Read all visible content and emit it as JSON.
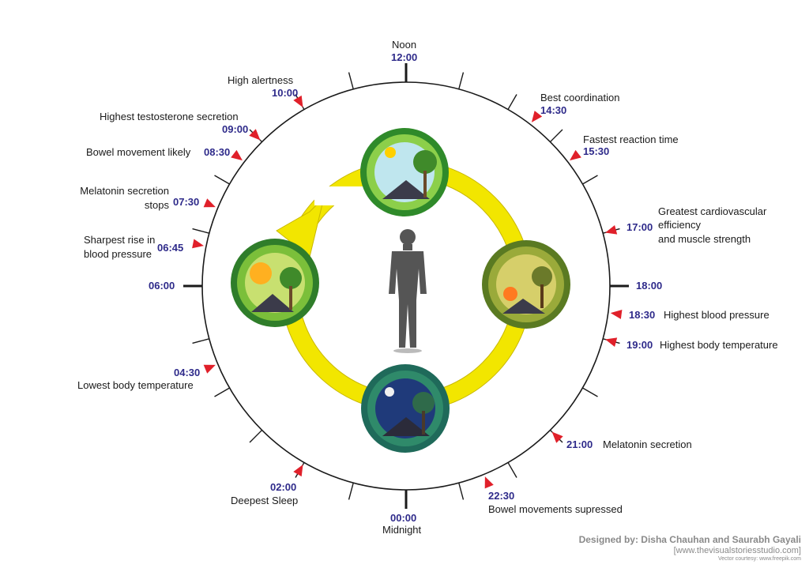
{
  "top": {
    "label": "Noon",
    "time": "12:00"
  },
  "bottom": {
    "label": "Midnight",
    "time": "00:00"
  },
  "left_time": "06:00",
  "right_time": "18:00",
  "events": [
    {
      "time": "10:00",
      "label": "High alertness"
    },
    {
      "time": "09:00",
      "label": "Highest testosterone secretion"
    },
    {
      "time": "08:30",
      "label": "Bowel movement likely"
    },
    {
      "time": "07:30",
      "label_line1": "Melatonin secretion",
      "label_line2": "stops"
    },
    {
      "time": "06:45",
      "label_line1": "Sharpest rise in",
      "label_line2": "blood pressure"
    },
    {
      "time": "04:30",
      "label": "Lowest body temperature"
    },
    {
      "time": "02:00",
      "label": "Deepest Sleep"
    },
    {
      "time": "14:30",
      "label": "Best coordination"
    },
    {
      "time": "15:30",
      "label": "Fastest reaction time"
    },
    {
      "time": "17:00",
      "label_line1": "Greatest cardiovascular",
      "label_line2": "efficiency",
      "label_line3": "and muscle strength"
    },
    {
      "time": "18:30",
      "label": "Highest blood pressure"
    },
    {
      "time": "19:00",
      "label": "Highest body temperature"
    },
    {
      "time": "21:00",
      "label": "Melatonin secretion"
    },
    {
      "time": "22:30",
      "label": "Bowel movements supressed"
    }
  ],
  "credits": {
    "designer": "Designed by: Disha Chauhan and Saurabh Gayali",
    "website": "[www.thevisualstoriesstudio.com]",
    "vector": "Vector courtesy: www.freepik.com"
  },
  "colors": {
    "clock_ring": "#1a1a1a",
    "arrow": "#f2e600",
    "marker": "#e0202a",
    "time_text": "#2e2a8a"
  }
}
